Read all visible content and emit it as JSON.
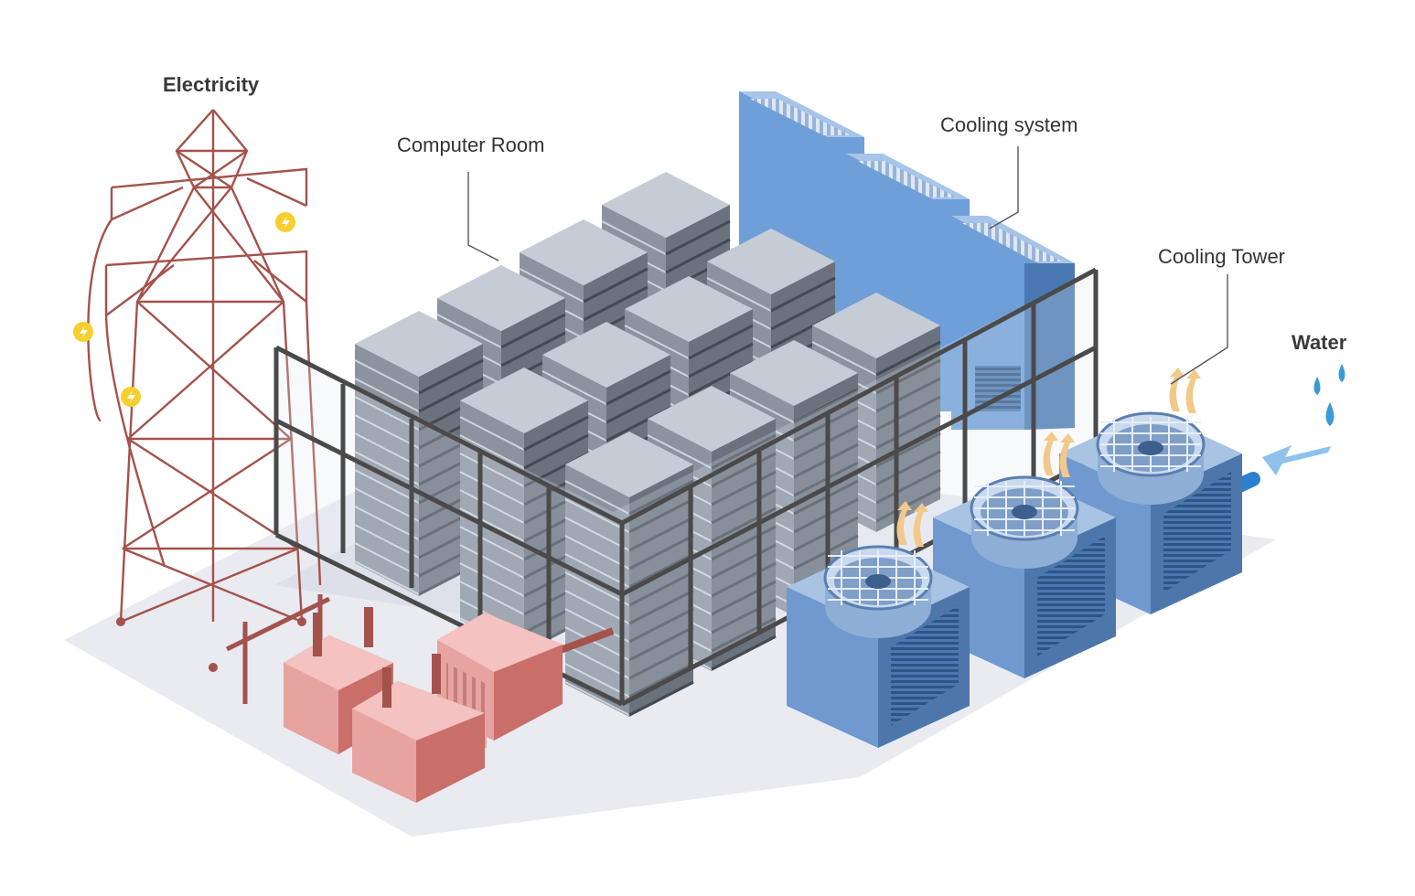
{
  "labels": {
    "electricity": "Electricity",
    "computer_room": "Computer Room",
    "cooling_system": "Cooling system",
    "cooling_tower": "Cooling Tower",
    "water": "Water"
  },
  "colors": {
    "floor": "#e9ebf1",
    "tower_red": "#a4524c",
    "transformer_top": "#f4c2c0",
    "transformer_left": "#e6a3a0",
    "transformer_right": "#c96e69",
    "server_top": "#c6ccd6",
    "server_left": "#8b939f",
    "server_right": "#6a727e",
    "fence": "#4a4a4a",
    "cabinet_front": "#6e9fd8",
    "cabinet_side": "#4a78b2",
    "cooler_front": "#6f99cf",
    "cooler_side": "#4d77ab",
    "pipe": "#2f7fcf",
    "water": "#3a9ad6",
    "arrow_warm": "#f2c98a",
    "bolt_bg": "#f6cf2e"
  },
  "icons": [
    "lightning-bolt-icon",
    "water-drop-icon",
    "flow-arrow-icon",
    "heat-arrow-icon"
  ]
}
